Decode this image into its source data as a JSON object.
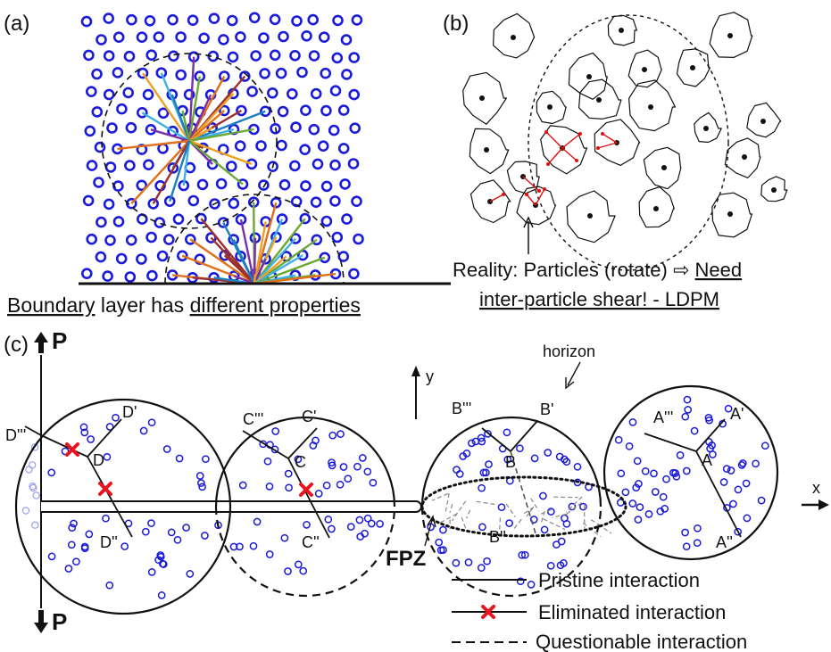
{
  "panel_a": {
    "label": "(a)",
    "caption_prefix": "Boundary",
    "caption_middle": " layer has ",
    "caption_underlined": "different properties"
  },
  "panel_b": {
    "label": "(b)",
    "caption_line1_prefix": "Reality: Particles (rotate) ",
    "caption_arrow": "⇨",
    "caption_line1_underlined": "Need",
    "caption_line2": "inter-particle shear! - LDPM"
  },
  "panel_c": {
    "label": "(c)",
    "load_label_top": "P",
    "load_label_bottom": "P",
    "horizon_label": "horizon",
    "y_axis_label": "y",
    "x_axis_label": "x",
    "fpz_label": "FPZ",
    "circle_D": {
      "center": "D",
      "p1": "D'",
      "p2": "D''",
      "p3": "D'''"
    },
    "circle_C": {
      "center": "C",
      "p1": "C'",
      "p2": "C''",
      "p3": "C'''"
    },
    "circle_B": {
      "center": "B",
      "p1": "B'",
      "p2": "B''",
      "p3": "B'''"
    },
    "circle_A": {
      "center": "A",
      "p1": "A'",
      "p2": "A''",
      "p3": "A'''"
    }
  },
  "legend": [
    {
      "style": "solid",
      "label": "Pristine interaction"
    },
    {
      "style": "eliminated",
      "label": "Eliminated interaction"
    },
    {
      "style": "dashed",
      "label": "Questionable interaction"
    }
  ],
  "colors": {
    "particle_blue": "#1a1adb",
    "eliminated_red": "#e8141e",
    "arrow_red": "#e01010",
    "bond_colors": [
      "#7a2fa8",
      "#f0a020",
      "#3fb0e6",
      "#6aa832",
      "#e0701a",
      "#9c3030",
      "#1a7fc0"
    ]
  }
}
